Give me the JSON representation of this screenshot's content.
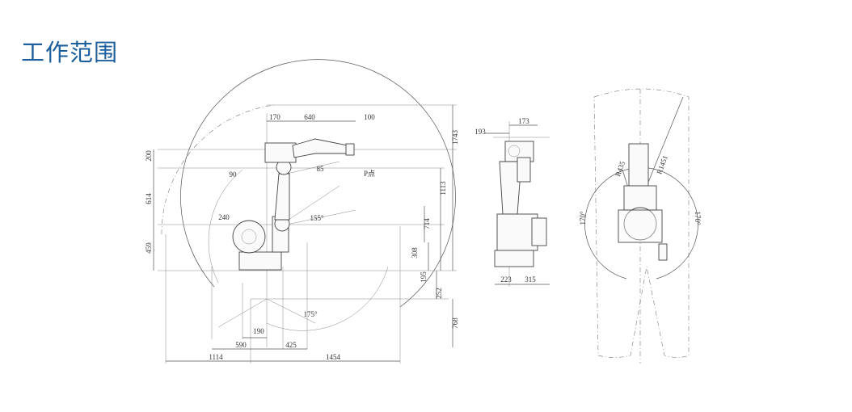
{
  "title": "工作范围",
  "colors": {
    "title": "#1d5f9c",
    "line": "#555555"
  },
  "side_view": {
    "top_dims": [
      "170",
      "640",
      "100"
    ],
    "left_dims": [
      "200",
      "614",
      "459"
    ],
    "right_dims": [
      "1743",
      "1113",
      "714",
      "308",
      "195",
      "252",
      "768"
    ],
    "bottom_dims": [
      "190",
      "590",
      "425",
      "1114",
      "1454"
    ],
    "angles": [
      "90",
      "85",
      "240",
      "155°",
      "175°"
    ],
    "point_label": "P点"
  },
  "front_view": {
    "top_dims": [
      "193",
      "173"
    ],
    "bottom_dims": [
      "223",
      "315"
    ]
  },
  "top_view": {
    "radius_labels": [
      "R1451",
      "R435"
    ],
    "angles": [
      "170°",
      "170°"
    ]
  }
}
